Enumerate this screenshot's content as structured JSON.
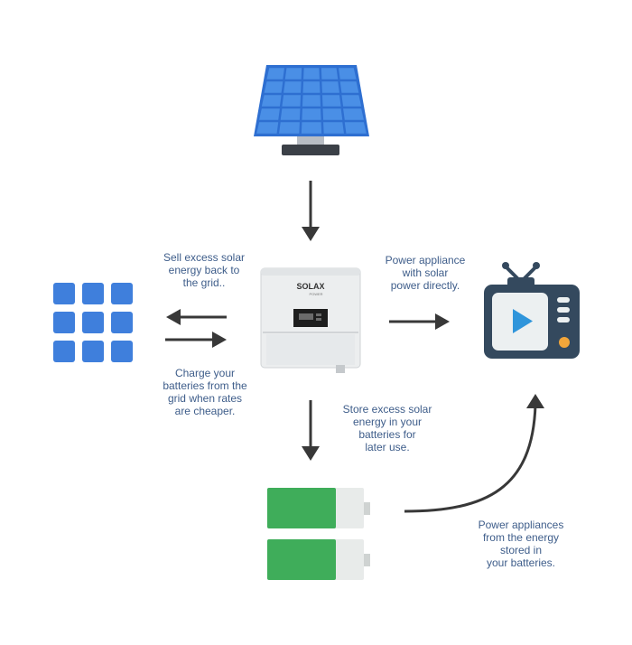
{
  "colors": {
    "panel_blue": "#3f7fdc",
    "panel_frame": "#5b97e8",
    "battery_green": "#3fad5a",
    "battery_body": "#e8ebea",
    "tv_dark": "#34495e",
    "tv_screen": "#ecf0f1",
    "tv_play": "#2f95db",
    "tv_button": "#f2a63a",
    "arrow": "#383838",
    "label_text": "#3e5d8a"
  },
  "icons": {
    "solar_panel": "solar-panel-icon",
    "inverter": "inverter-icon",
    "grid": "grid-icon",
    "tv": "television-icon",
    "battery": "battery-icon"
  },
  "inverter": {
    "brand": "SOLAX",
    "sub_brand": "POWER"
  },
  "labels": {
    "sell_to_grid": "Sell excess solar\nenergy back to\nthe grid..",
    "charge_from_grid": "Charge your\nbatteries from the\ngrid when rates\nare cheaper.",
    "power_direct": "Power appliance\nwith solar\npower directly.",
    "store_excess": "Store excess solar\nenergy in your\nbatteries for\nlater use.",
    "power_from_batteries": "Power appliances\nfrom the energy\nstored in\nyour batteries."
  }
}
